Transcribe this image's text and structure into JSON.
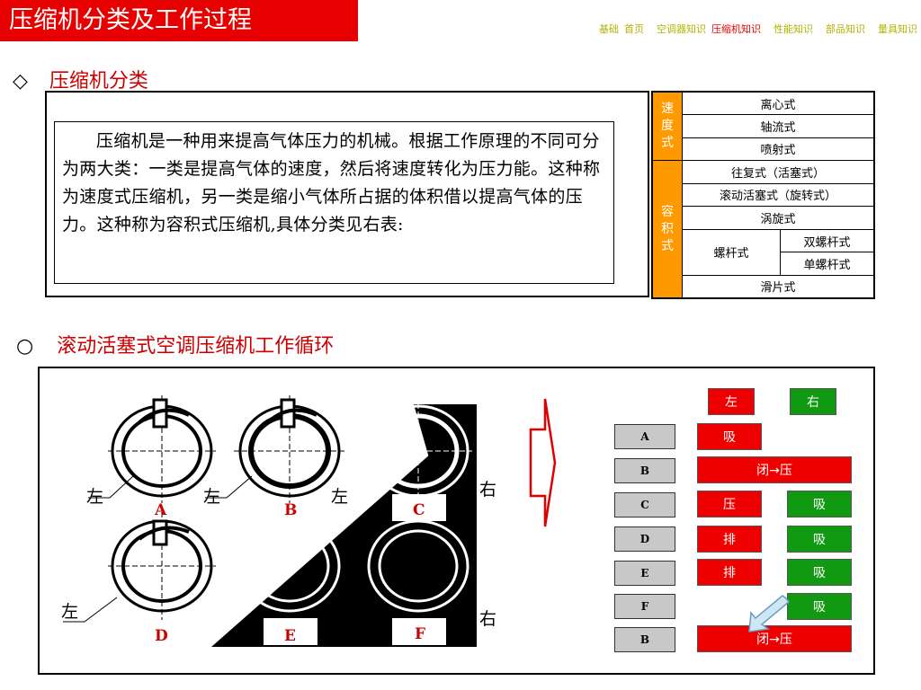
{
  "header": {
    "title": "压缩机分类及工作过程",
    "nav": [
      "基础",
      "首页",
      "空调器知识",
      "压缩机知识",
      "性能知识",
      "部品知识",
      "量具知识"
    ],
    "nav_active_index": 3
  },
  "section1": {
    "bullet": "◇",
    "heading": "压缩机分类"
  },
  "intro_text": "压缩机是一种用来提高气体压力的机械。根据工作原理的不同可分为两大类：一类是提高气体的速度，然后将速度转化为压力能。这种称为速度式压缩机，另一类是缩小气体所占据的体积借以提高气体的压力。这种称为容积式压缩机,具体分类见右表:",
  "classification": {
    "speed_group": "速度式",
    "speed_items": [
      "离心式",
      "轴流式",
      "喷射式"
    ],
    "volume_group": "容积式",
    "volume_items": [
      "往复式（活塞式）",
      "滚动活塞式（旋转式）",
      "涡旋式"
    ],
    "screw_label": "螺杆式",
    "screw_items": [
      "双螺杆式",
      "单螺杆式"
    ],
    "last_item": "滑片式"
  },
  "section2": {
    "bullet": "○",
    "heading": "滚动活塞式空调压缩机工作循环"
  },
  "diagram": {
    "left_label": "左",
    "right_label": "右",
    "stages_top": [
      "A",
      "B",
      "C"
    ],
    "stages_bottom": [
      "D",
      "E",
      "F"
    ]
  },
  "state_table": {
    "col_left": "左",
    "col_right": "右",
    "rows": [
      {
        "stage": "A",
        "left": "吸",
        "right": ""
      },
      {
        "stage": "B",
        "left": "闭→压",
        "right": "",
        "merged": true
      },
      {
        "stage": "C",
        "left": "压",
        "right": "吸"
      },
      {
        "stage": "D",
        "left": "排",
        "right": "吸"
      },
      {
        "stage": "E",
        "left": "排",
        "right": "吸"
      },
      {
        "stage": "F",
        "left": "",
        "right": "吸"
      },
      {
        "stage": "B",
        "left": "闭→压",
        "right": "",
        "merged": true
      }
    ]
  },
  "colors": {
    "title_red": "#e60000",
    "orange_group": "#ff9900",
    "state_red": "#ee0000",
    "state_green": "#119911",
    "nav_yellow": "#b3b300"
  }
}
